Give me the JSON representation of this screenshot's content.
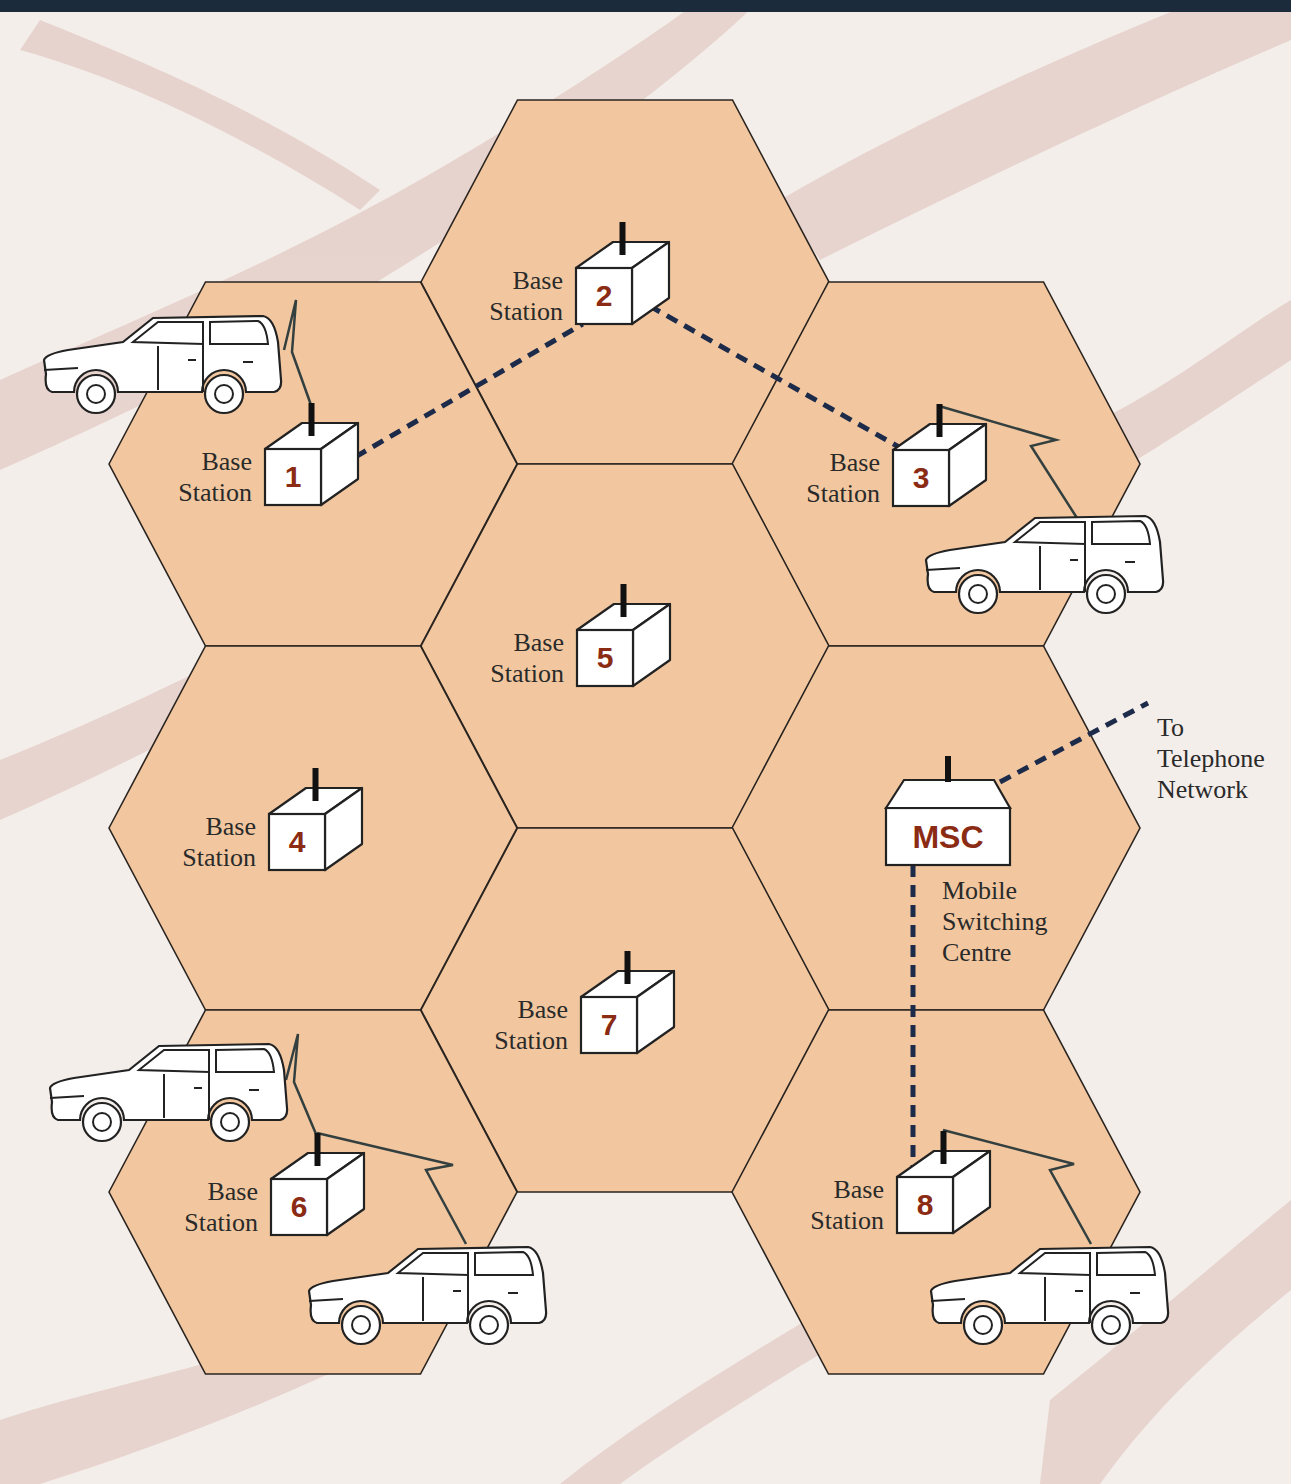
{
  "diagram": {
    "nodes": [
      {
        "text": [
          "Base Station",
          "2"
        ]
      },
      {
        "text": [
          "Base Station",
          "1"
        ]
      },
      {
        "text": [
          "Base Station",
          "3"
        ]
      },
      {
        "text": [
          "Base Station",
          "5"
        ]
      },
      {
        "text": [
          "Base Station",
          "4"
        ]
      },
      {
        "text": [
          "MSC",
          "Mobile Switching Centre"
        ]
      },
      {
        "text": [
          "Base Station",
          "7"
        ]
      },
      {
        "text": [
          "Base Station",
          "6"
        ]
      },
      {
        "text": [
          "Base Station",
          "8"
        ]
      }
    ],
    "edges": [
      {
        "from": 1,
        "to": 0,
        "arrow": "none"
      },
      {
        "from": 0,
        "to": 2,
        "arrow": "none"
      },
      {
        "from": 5,
        "to": 8,
        "arrow": "none"
      }
    ],
    "labels": [
      "To Telephone Network"
    ]
  }
}
